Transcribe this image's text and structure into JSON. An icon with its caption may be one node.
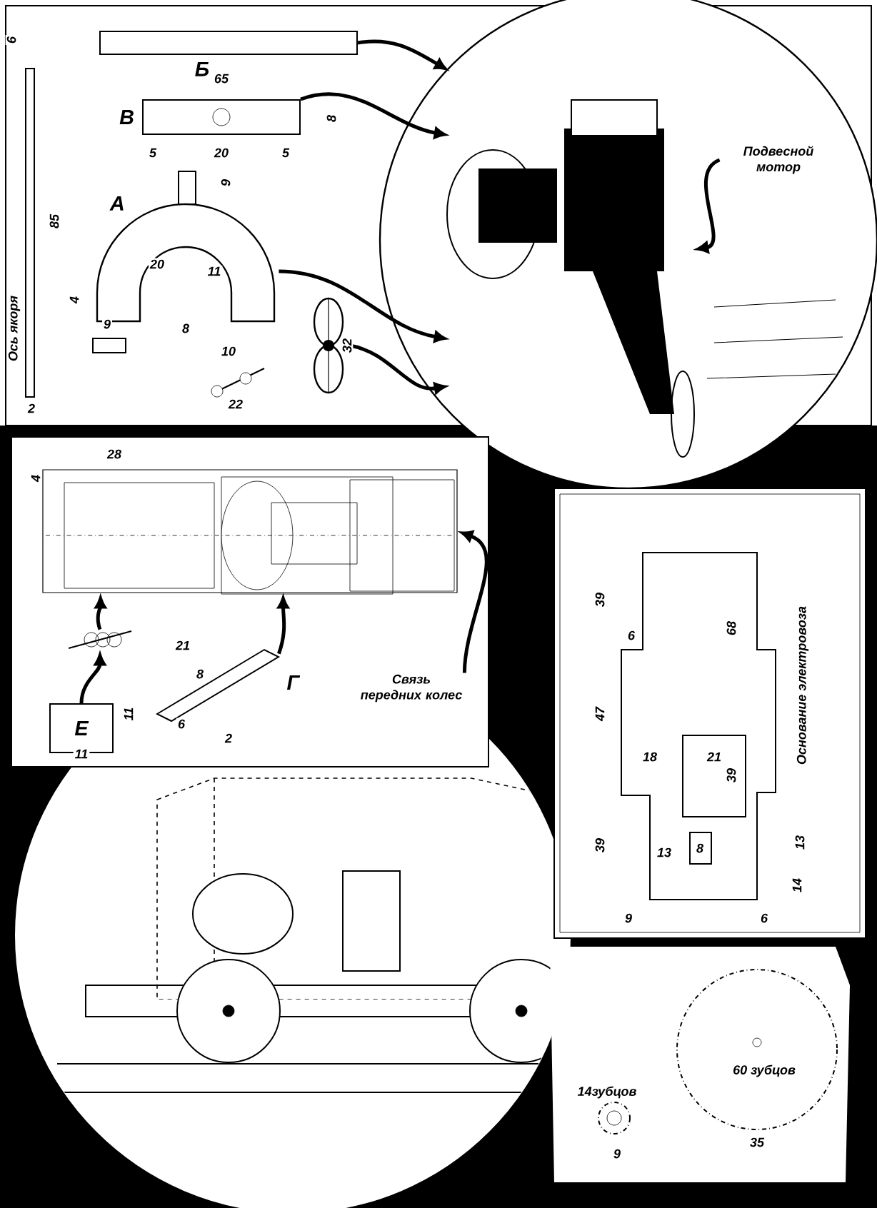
{
  "diagram": {
    "nodes": [
      {
        "text": [],
        "shape": "picture"
      },
      {
        "text": [
          "Подвесной мотор"
        ]
      },
      {
        "text": [
          "Б"
        ]
      },
      {
        "text": [
          "В"
        ]
      },
      {
        "text": [
          "А"
        ]
      },
      {
        "text": [],
        "shape": "propeller"
      },
      {
        "text": [],
        "shape": "picture"
      },
      {
        "text": [
          "Связь передних колес"
        ]
      },
      {
        "text": [
          "Г"
        ]
      },
      {
        "text": [],
        "shape": "picture"
      },
      {
        "text": [
          "Е"
        ]
      }
    ],
    "edges": [
      {
        "from": 2,
        "to": 0,
        "arrow": "to"
      },
      {
        "from": 3,
        "to": 0,
        "arrow": "to"
      },
      {
        "from": 4,
        "to": 0,
        "arrow": "to"
      },
      {
        "from": 5,
        "to": 0,
        "arrow": "to"
      },
      {
        "from": 1,
        "to": 0,
        "arrow": "to"
      },
      {
        "from": 7,
        "to": 6,
        "arrow": "to"
      },
      {
        "from": 8,
        "to": 6,
        "arrow": "to"
      },
      {
        "from": 10,
        "to": 9,
        "arrow": "to"
      },
      {
        "from": 9,
        "to": 6,
        "arrow": "to"
      }
    ],
    "labels": [
      "6",
      "65",
      "Ось якоря",
      "85",
      "8",
      "5",
      "20",
      "5",
      "9",
      "20",
      "11",
      "4",
      "9",
      "8",
      "10",
      "22",
      "32",
      "2",
      "28",
      "4",
      "21",
      "8",
      "6",
      "2",
      "11",
      "11",
      "39",
      "6",
      "68",
      "47",
      "18",
      "21",
      "39",
      "39",
      "13",
      "8",
      "13",
      "14",
      "9",
      "6",
      "Основание электровоза",
      "14зубцов",
      "60 зубцов",
      "9",
      "35"
    ]
  }
}
